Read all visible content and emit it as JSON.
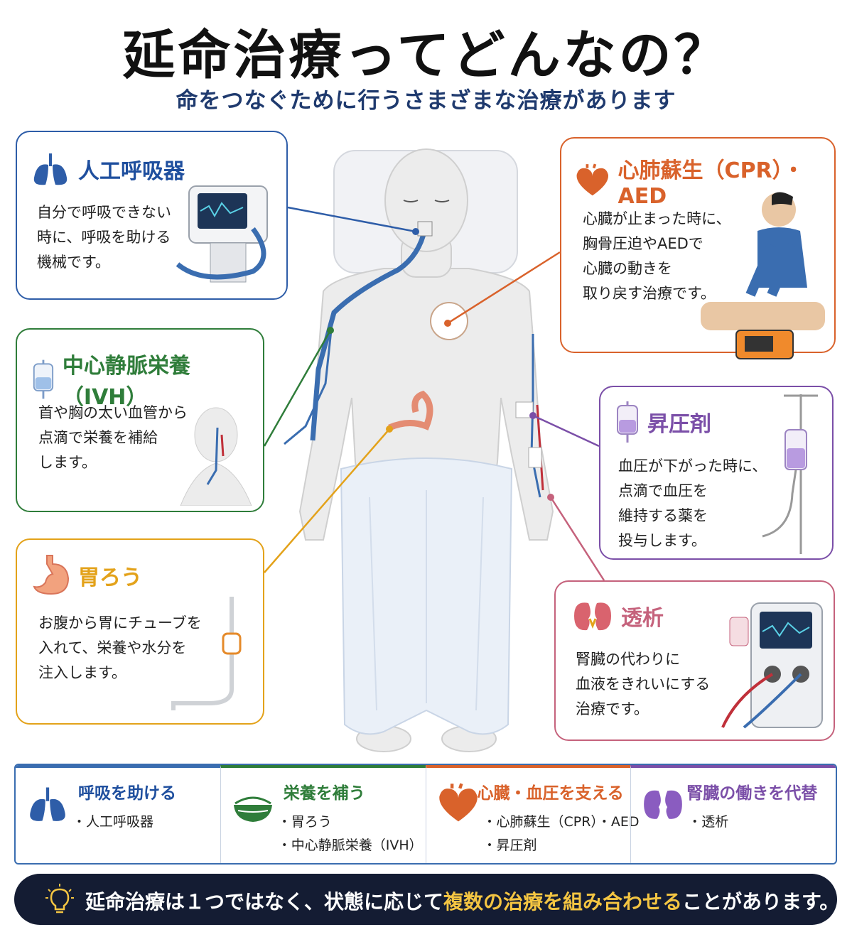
{
  "title": "延命治療ってどんなの？",
  "subtitle": "命をつなぐために行うさまざまな治療があります",
  "cards": {
    "ventilator": {
      "title": "人工呼吸器",
      "text": "自分で呼吸できない\n時に、呼吸を助ける\n機械です。",
      "color": "#1f4f9e",
      "icon": "lungs-icon"
    },
    "cpr": {
      "title": "心肺蘇生（CPR）・AED",
      "text": "心臓が止まった時に、\n胸骨圧迫やAEDで\n心臓の動きを\n取り戻す治療です。",
      "color": "#d9622b",
      "icon": "heart-icon"
    },
    "ivh": {
      "title": "中心静脈栄養（IVH）",
      "text": "首や胸の太い血管から\n点滴で栄養を補給\nします。",
      "color": "#2f7d3a",
      "icon": "iv-bag-icon"
    },
    "vasopressor": {
      "title": "昇圧剤",
      "text": "血圧が下がった時に、\n点滴で血圧を\n維持する薬を\n投与します。",
      "color": "#7b4fa8",
      "icon": "iv-bag-icon"
    },
    "gastrostomy": {
      "title": "胃ろう",
      "text": "お腹から胃にチューブを\n入れて、栄養や水分を\n注入します。",
      "color": "#e3a21a",
      "icon": "stomach-icon"
    },
    "dialysis": {
      "title": "透析",
      "text": "腎臓の代わりに\n血液をきれいにする\n治療です。",
      "color": "#c5627c",
      "icon": "kidneys-icon"
    }
  },
  "summary": [
    {
      "title": "呼吸を助ける",
      "items": [
        "・人工呼吸器"
      ],
      "color": "#1f4f9e",
      "icon": "lungs-icon"
    },
    {
      "title": "栄養を補う",
      "items": [
        "・胃ろう",
        "・中心静脈栄養（IVH）"
      ],
      "color": "#2f7d3a",
      "icon": "rice-bowl-icon"
    },
    {
      "title": "心臓・血圧を支える",
      "items": [
        "・心肺蘇生（CPR）・AED",
        "・昇圧剤"
      ],
      "color": "#d9622b",
      "icon": "heart-icon"
    },
    {
      "title": "腎臓の働きを代替",
      "items": [
        "・透析"
      ],
      "color": "#7b4fa8",
      "icon": "kidneys-icon"
    }
  ],
  "footer": {
    "pre": "延命治療は１つではなく、状態に応じて",
    "highlight": "複数の治療を組み合わせる",
    "post": "ことがあります。",
    "icon": "lightbulb-icon"
  }
}
